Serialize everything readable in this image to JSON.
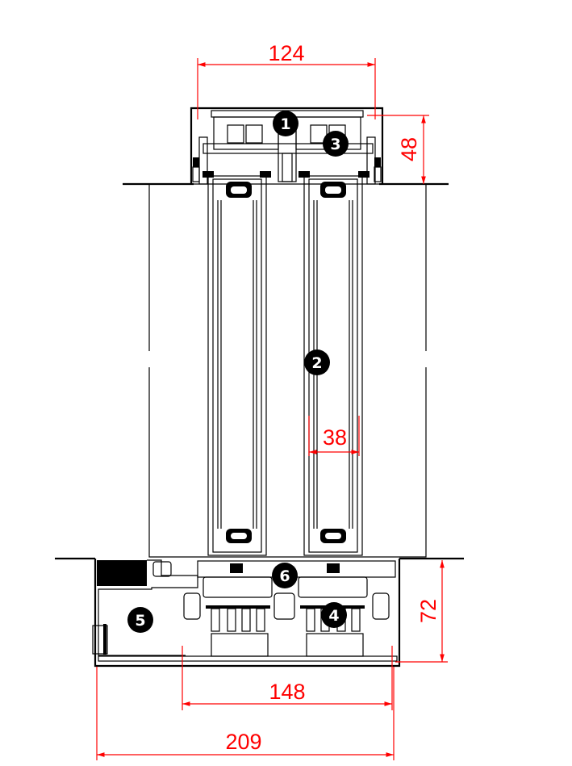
{
  "title": "Sliding door section detail",
  "dimensions": {
    "head_width": "124",
    "head_height": "48",
    "glass_unit": "38",
    "sill_height": "72",
    "sill_track_width": "148",
    "sill_total_width": "209"
  },
  "markers": {
    "m1": "1",
    "m2": "2",
    "m3": "3",
    "m4": "4",
    "m5": "5",
    "m6": "6"
  },
  "colors": {
    "dimension": "#ff0000",
    "line": "#000000"
  }
}
